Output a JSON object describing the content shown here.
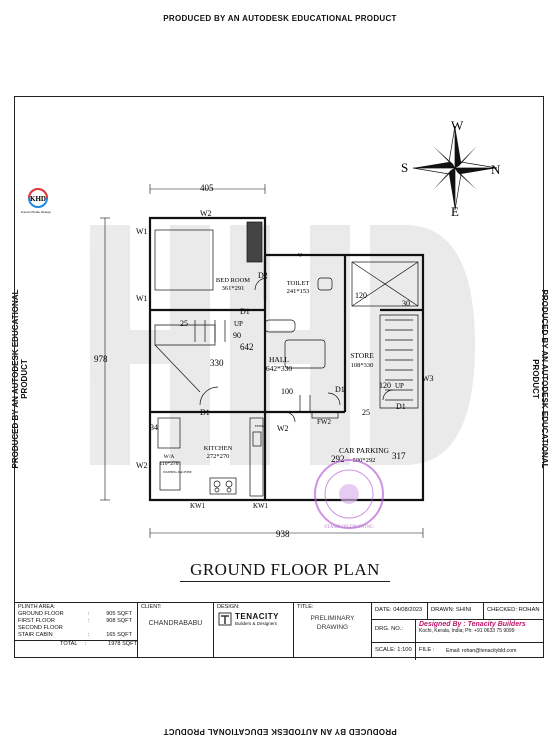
{
  "stamps": {
    "educational": "PRODUCED BY AN AUTODESK EDUCATIONAL PRODUCT"
  },
  "compass": {
    "n": "N",
    "s": "S",
    "e": "E",
    "w": "W"
  },
  "logo": {
    "text": "KHD",
    "caption": "Kerala Home Design"
  },
  "dimensions": {
    "top": "405",
    "left": "978",
    "bottom": "938",
    "d25a": "25",
    "d90": "90",
    "d642": "642",
    "d330": "330",
    "d100": "100",
    "d120": "120",
    "d30": "30",
    "d120up": "120",
    "d25b": "25",
    "d34": "34",
    "d292": "292",
    "d317": "317"
  },
  "rooms": [
    {
      "name": "BED ROOM",
      "size": "361*291"
    },
    {
      "name": "TOILET",
      "size": "241*153"
    },
    {
      "name": "HALL",
      "size": "642*330"
    },
    {
      "name": "STORE",
      "size": "108*330"
    },
    {
      "name": "KITCHEN",
      "size": "272*270"
    },
    {
      "name": "W/A",
      "size": "110*270"
    },
    {
      "name": "CAR PARKING",
      "size": "500*292"
    }
  ],
  "openings": {
    "w1": "W1",
    "w2": "W2",
    "w3": "W3",
    "d1": "D1",
    "d2": "D2",
    "v": "V",
    "up": "UP",
    "fw2": "FW2",
    "kw1": "KW1",
    "washing": "WASHING MACHINE",
    "fridge": "FRIDGE"
  },
  "plan_title": "GROUND FLOOR PLAN",
  "title_block": {
    "plinth_label": "PLINTH AREA:",
    "areas": [
      {
        "name": "GROUND FLOOR",
        "value": "905 SQFT"
      },
      {
        "name": "FIRST FLOOR",
        "value": "908 SQFT"
      },
      {
        "name": "SECOND FLOOR",
        "value": ""
      },
      {
        "name": "STAIR CABIN",
        "value": "165 SQFT"
      }
    ],
    "total_label": "TOTAL",
    "total_value": "1978 SQFT",
    "client_label": "CLIENT:",
    "client": "CHANDRABABU",
    "design_label": "DESIGN:",
    "company": "TENACITY",
    "company_sub": "Builders & Designers",
    "title_label": "TITLE:",
    "drawing_title": "PRELIMINARY DRAWING",
    "date": "DATE: 04/08/2023",
    "drawn": "DRAWN: SHINI",
    "checked": "CHECKED: ROHAN",
    "drg_no": "DRG. NO.:",
    "designed_by": "Designed By : Tenacity Builders",
    "contact": "Kochi, Kerala, India; Ph: +91 0633 75 9099",
    "scale": "SCALE: 1:100",
    "file": "FILE :",
    "email": "Email: rohan@tenacitybld.com"
  },
  "seal": {
    "text": "STAMP ON DRAWING"
  }
}
